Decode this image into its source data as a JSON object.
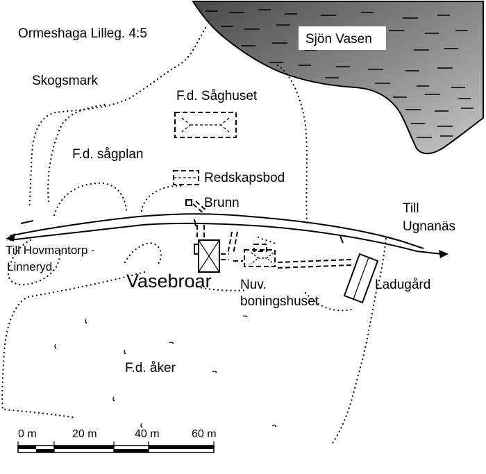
{
  "map": {
    "title": "Ormeshaga Lilleg. 4:5",
    "labels": {
      "lake": "Sjön Vasen",
      "forest": "Skogsmark",
      "former_sawhouse": "F.d. Såghuset",
      "former_sawfield": "F.d. sågplan",
      "tool_shed": "Redskapsbod",
      "well": "Brunn",
      "to_ugnanas_line1": "Till",
      "to_ugnanas_line2": "Ugnanäs",
      "to_hovmantorp_line1": "Till Hovmantorp -",
      "to_hovmantorp_line2": "Linneryd",
      "place_name": "Vasebroar",
      "current_house_line1": "Nuv.",
      "current_house_line2": "boningshuset",
      "barn": "Ladugård",
      "former_field": "F.d. åker"
    },
    "scale_bar": {
      "ticks": [
        "0 m",
        "20 m",
        "40 m",
        "60 m"
      ]
    }
  }
}
